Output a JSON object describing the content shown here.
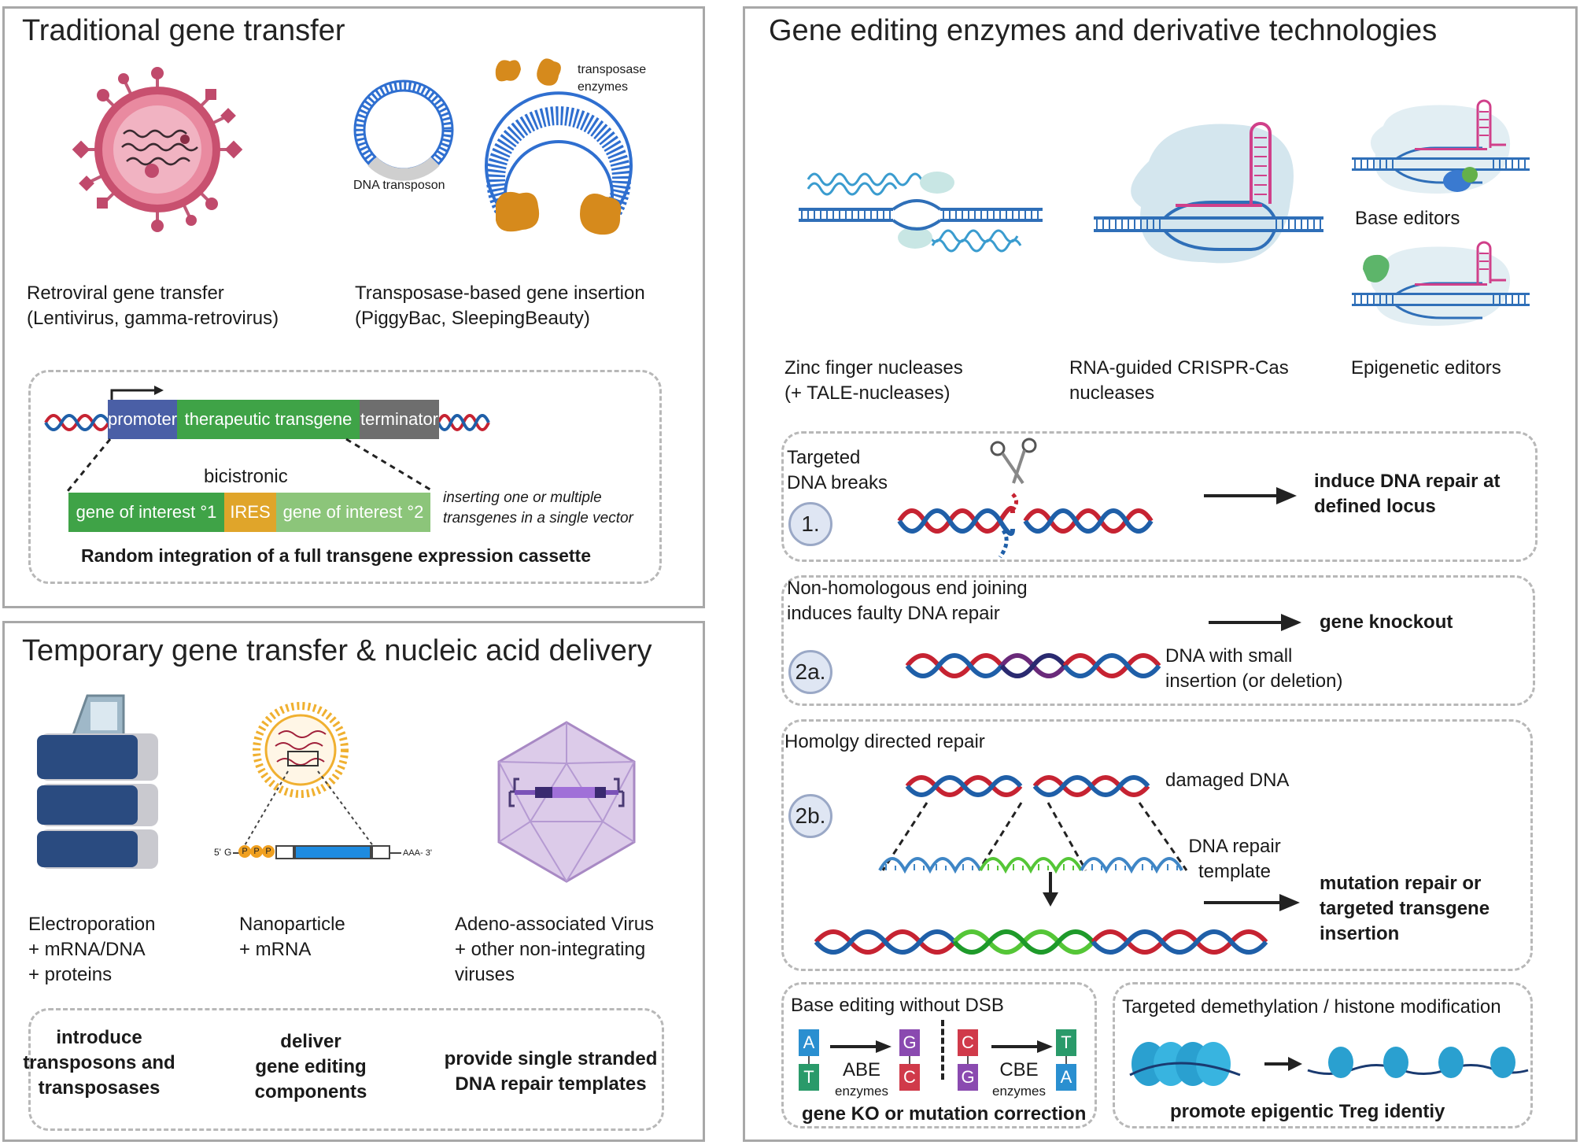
{
  "colors": {
    "promoter": "#4a5fa6",
    "transgene": "#3fa347",
    "terminator": "#6e6e6e",
    "ires": "#e0a52a",
    "goi2": "#8cc57a",
    "dna_red": "#c62332",
    "dna_blue": "#1f5fa8",
    "dna_green": "#55c637",
    "template_blue": "#3f86c6",
    "panel_border": "#a8a8a8"
  },
  "traditional": {
    "title": "Traditional gene transfer",
    "retro_label": [
      "Retroviral gene transfer",
      "(Lentivirus, gamma-retrovirus)"
    ],
    "transposase_label": [
      "Transposase-based gene insertion",
      "(PiggyBac, SleepingBeauty)"
    ],
    "transposase_enzymes": [
      "transposase",
      "enzymes"
    ],
    "dna_transposon": "DNA transposon",
    "cassette": {
      "promoter": "promoter",
      "transgene": "therapeutic transgene",
      "terminator": "terminator",
      "bicistronic": "bicistronic",
      "goi1": "gene of interest °1",
      "ires": "IRES",
      "goi2": "gene of interest °2",
      "note": [
        "inserting one or multiple",
        "transgenes in a single vector"
      ],
      "caption": "Random integration of a full transgene expression cassette"
    }
  },
  "temporary": {
    "title": "Temporary gene transfer & nucleic acid delivery",
    "electro": [
      "Electroporation",
      "+ mRNA/DNA",
      "+ proteins"
    ],
    "nano": [
      "Nanoparticle",
      "+ mRNA"
    ],
    "aav": [
      "Adeno-associated Virus",
      "+ other non-integrating",
      "viruses"
    ],
    "mrna": {
      "five": "5'",
      "g": "G",
      "p": "P",
      "three": "AAA- 3'"
    },
    "box": {
      "col1": [
        "introduce",
        "transposons and",
        "transposases"
      ],
      "col2": [
        "deliver",
        "gene editing",
        "components"
      ],
      "col3": [
        "provide single stranded",
        "DNA repair templates"
      ]
    }
  },
  "editing": {
    "title": "Gene editing enzymes and derivative technologies",
    "zfn": [
      "Zinc finger nucleases",
      "(+ TALE-nucleases)"
    ],
    "crispr": [
      "RNA-guided CRISPR-Cas",
      "nucleases"
    ],
    "base_editors": "Base editors",
    "epi_editors": "Epigenetic editors",
    "s1": {
      "label": [
        "Targeted",
        "DNA breaks"
      ],
      "num": "1.",
      "result": [
        "induce DNA repair at",
        "defined locus"
      ]
    },
    "s2a": {
      "label": [
        "Non-homologous end joining",
        "induces faulty DNA repair"
      ],
      "num": "2a.",
      "dna_note": [
        "DNA with small",
        "insertion (or deletion)"
      ],
      "result": "gene knockout"
    },
    "s2b": {
      "label": "Homolgy directed repair",
      "num": "2b.",
      "damaged": "damaged DNA",
      "template": [
        "DNA repair",
        "template"
      ],
      "result": [
        "mutation repair or",
        "targeted transgene",
        "insertion"
      ]
    },
    "base_box": {
      "title": "Base editing without DSB",
      "abe": [
        "ABE",
        "enzymes"
      ],
      "cbe": [
        "CBE",
        "enzymes"
      ],
      "bases": {
        "a": "A",
        "t": "T",
        "g": "G",
        "c": "C"
      },
      "caption": "gene KO or mutation correction"
    },
    "epi_box": {
      "title": "Targeted demethylation / histone modification",
      "caption": "promote epigentic Treg identiy"
    }
  }
}
